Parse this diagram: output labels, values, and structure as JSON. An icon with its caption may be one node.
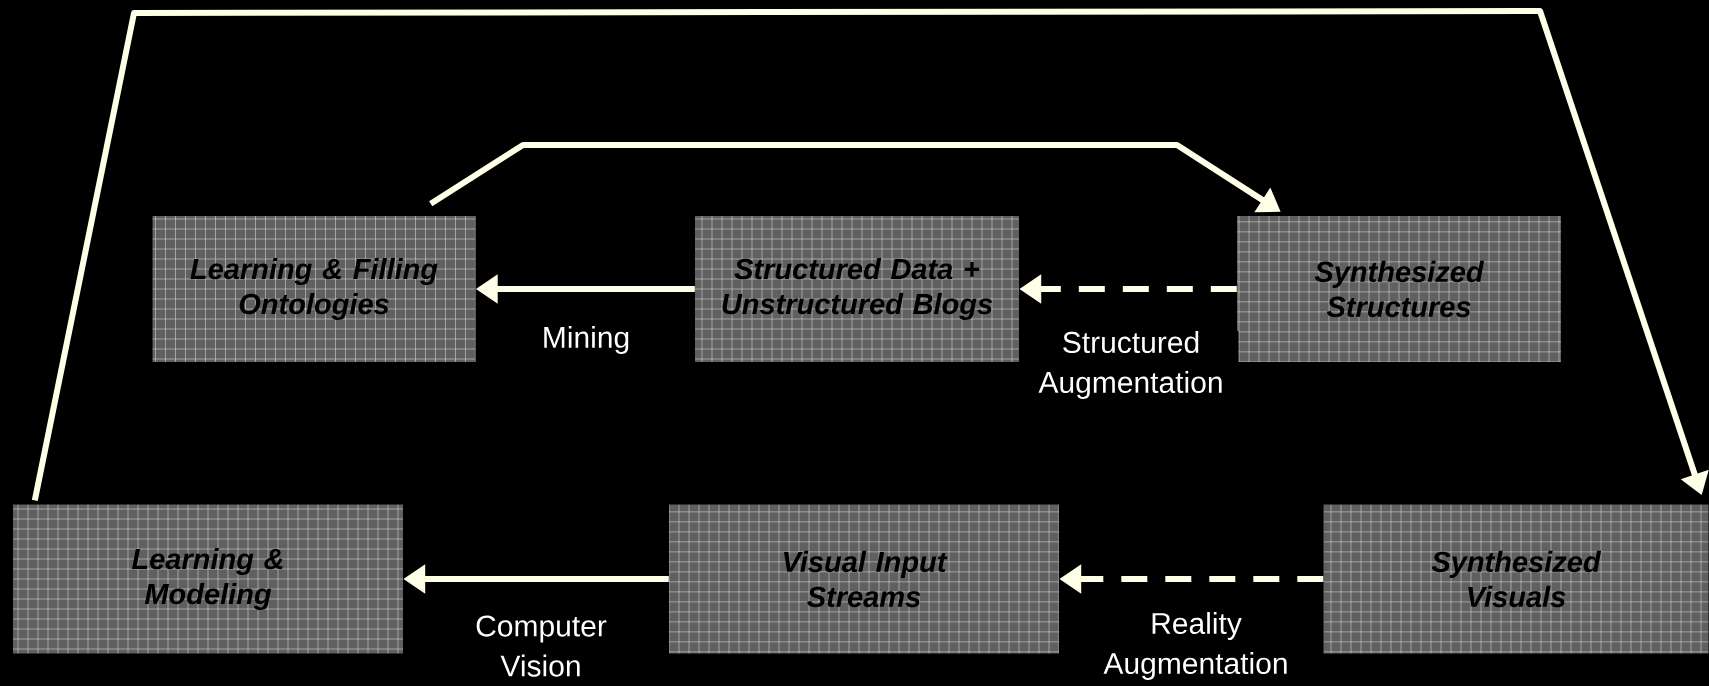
{
  "diagram": {
    "nodes": [
      {
        "text": [
          "Learning & Filling Ontologies"
        ]
      },
      {
        "text": [
          "Structured Data + Unstructured Blogs"
        ]
      },
      {
        "text": [
          "Synthesized Structures"
        ]
      },
      {
        "text": [
          "Learning & Modeling"
        ]
      },
      {
        "text": [
          "Visual Input Streams"
        ]
      },
      {
        "text": [
          "Synthesized Visuals"
        ]
      }
    ],
    "edges": [
      {
        "from": 1,
        "to": 0,
        "arrow": "to",
        "label": "Mining"
      },
      {
        "from": 2,
        "to": 1,
        "arrow": "to",
        "label": "Structured Augmentation",
        "style": "dashed"
      },
      {
        "from": 4,
        "to": 3,
        "arrow": "to",
        "label": "Computer Vision"
      },
      {
        "from": 5,
        "to": 4,
        "arrow": "to",
        "label": "Reality Augmentation",
        "style": "dashed"
      },
      {
        "from": 0,
        "to": 2,
        "arrow": "to"
      },
      {
        "from": 3,
        "to": 5,
        "arrow": "to"
      }
    ]
  }
}
